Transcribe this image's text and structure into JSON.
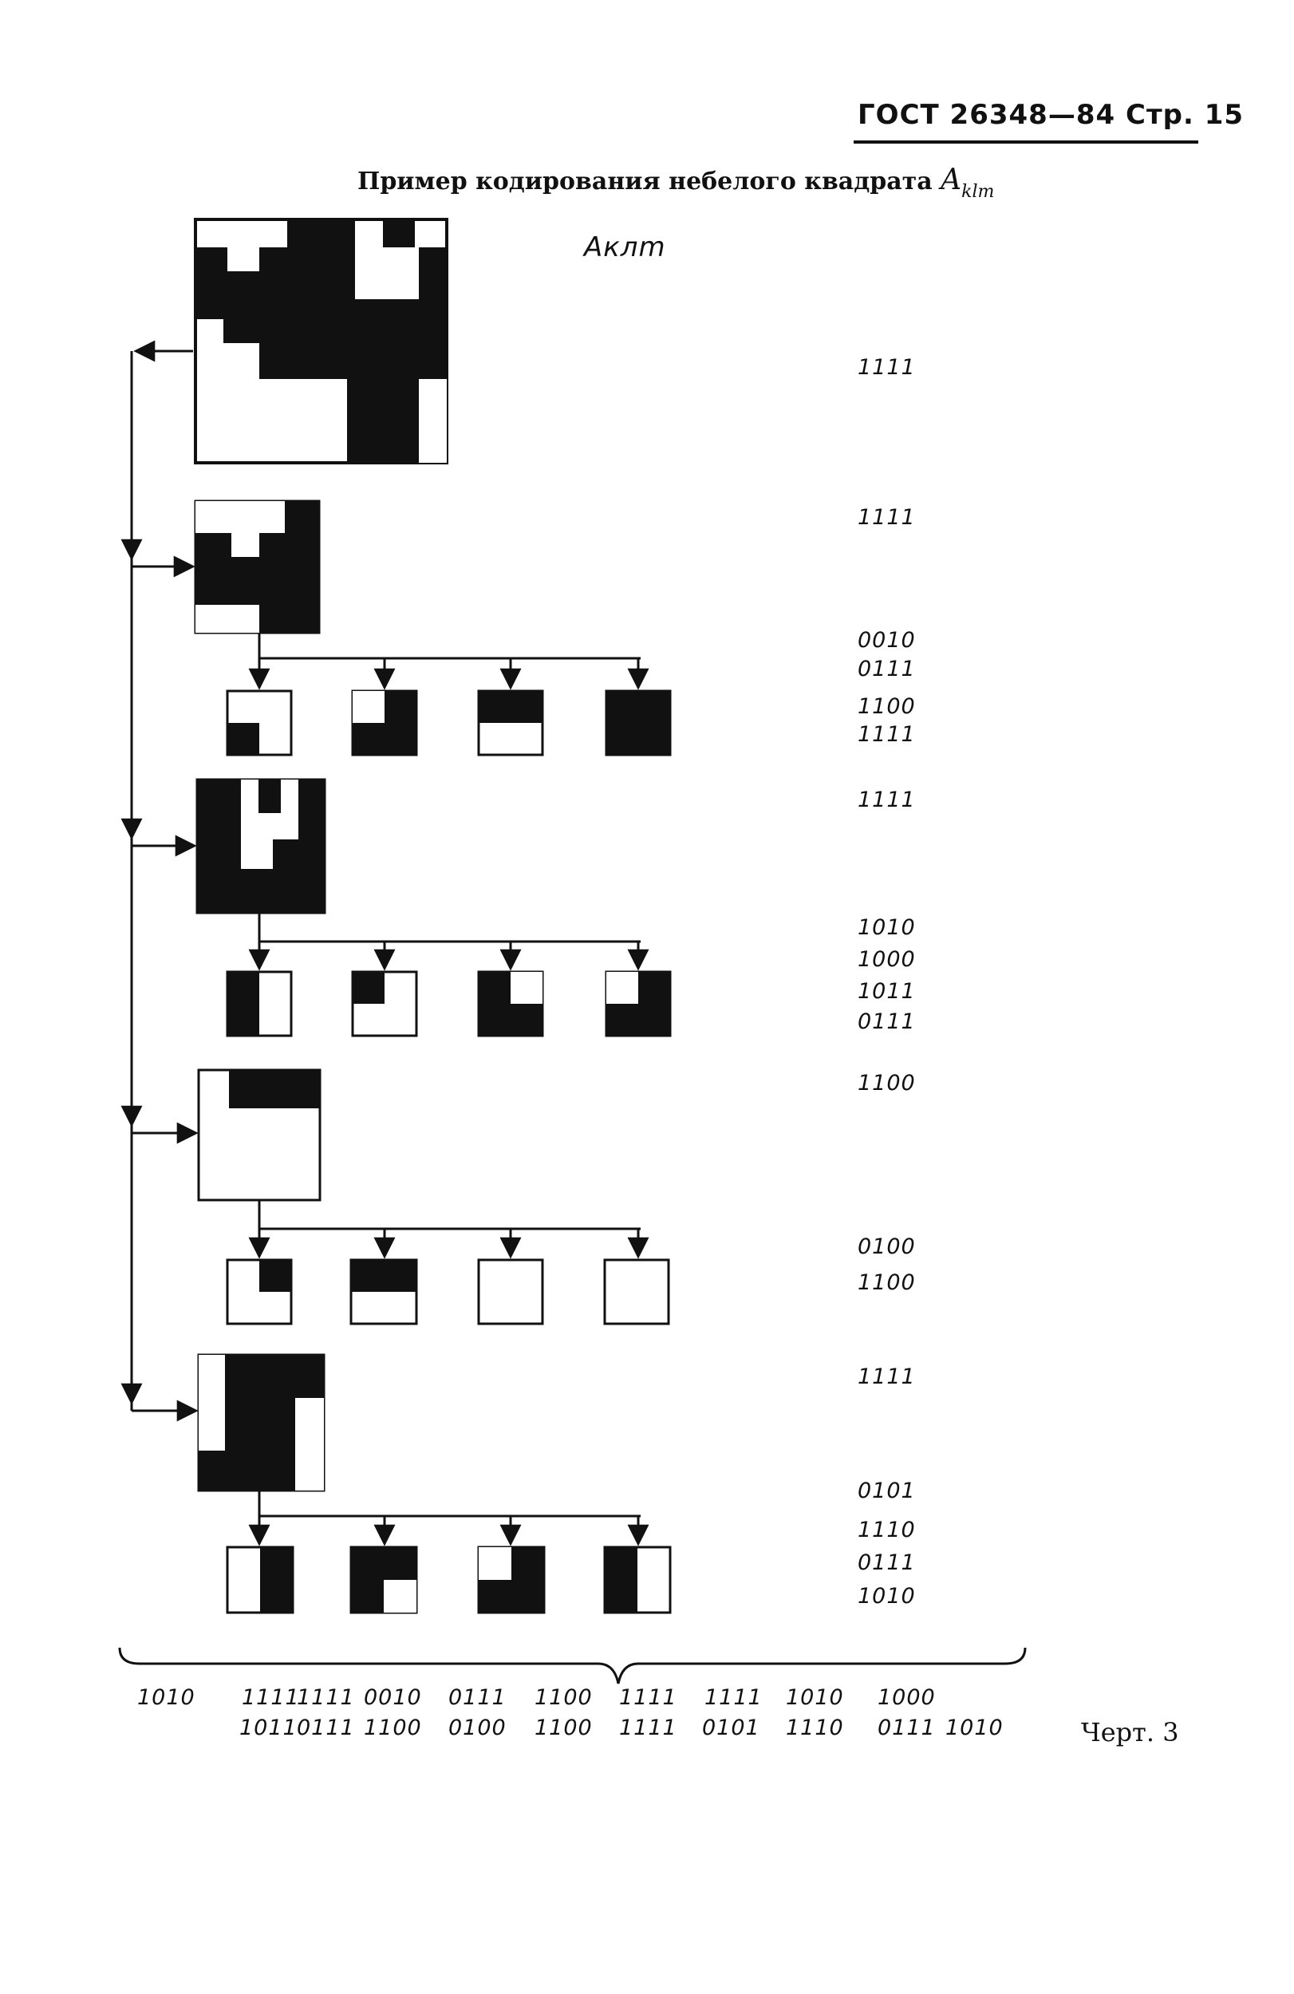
{
  "header": {
    "text": "ГОСТ 26348—84 Стр. 15"
  },
  "title": {
    "prefix": "Пример кодирования небелого квадрата",
    "symbol": "A",
    "subscript": "klm"
  },
  "quad_label": "Aклm",
  "codes": [
    "1111",
    "1111",
    "0010",
    "0111",
    "1100",
    "1111",
    "1111",
    "1010",
    "1000",
    "1011",
    "0111",
    "1100",
    "0100",
    "1100",
    "1111",
    "0101",
    "1110",
    "0111",
    "1010"
  ],
  "bottom_codes": {
    "row1": [
      "1010",
      "1111",
      "1111",
      "0010",
      "0111",
      "1100",
      "1111",
      "1111",
      "1010",
      "1000"
    ],
    "row2": [
      "1011",
      "0111",
      "1100",
      "0100",
      "1100",
      "1111",
      "0101",
      "1110",
      "0111",
      "1010"
    ]
  },
  "figure_label": "Черт. 3",
  "colors": {
    "ink": "#111111",
    "paper": "#ffffff"
  }
}
